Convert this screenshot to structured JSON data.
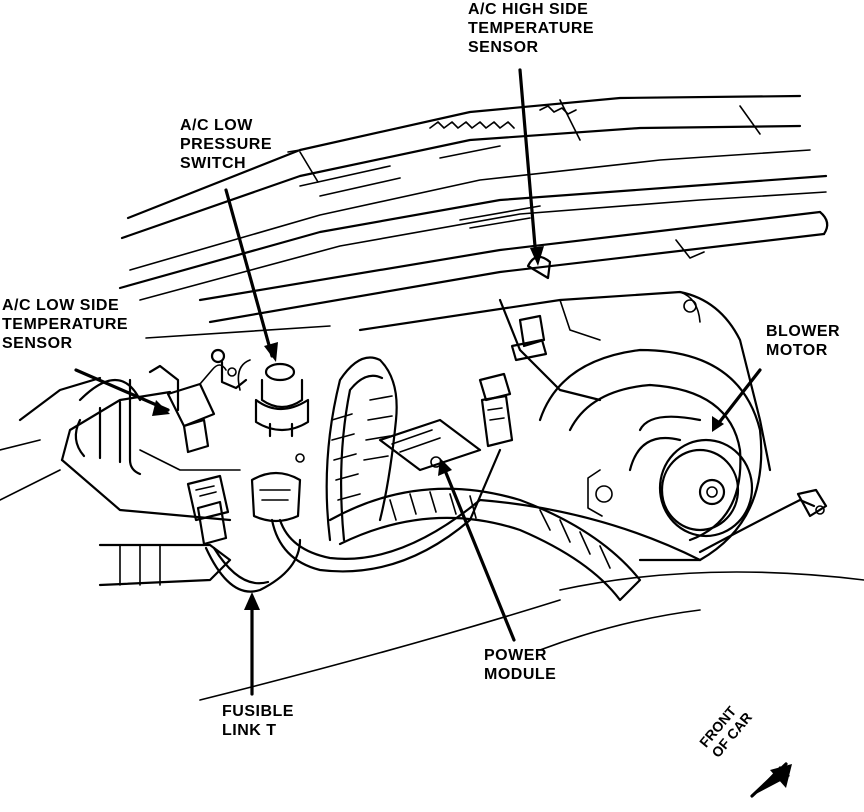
{
  "labels": {
    "high_side_sensor": [
      "A/C HIGH SIDE",
      "TEMPERATURE",
      "SENSOR"
    ],
    "low_pressure_switch": [
      "A/C LOW",
      "PRESSURE",
      "SWITCH"
    ],
    "low_side_sensor": [
      "A/C LOW SIDE",
      "TEMPERATURE",
      "SENSOR"
    ],
    "blower_motor": [
      "BLOWER",
      "MOTOR"
    ],
    "power_module": [
      "POWER",
      "MODULE"
    ],
    "fusible_link": [
      "FUSIBLE",
      "LINK T"
    ],
    "front_of_car": [
      "FRONT",
      "OF CAR"
    ]
  }
}
